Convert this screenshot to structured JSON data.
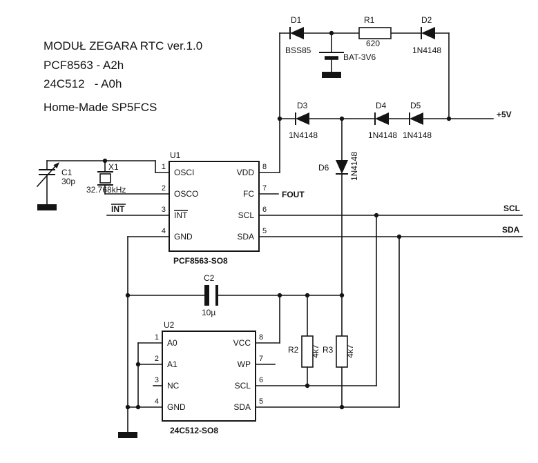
{
  "title_block": {
    "line1": "MODUŁ ZEGARA RTC ver.1.0",
    "line2": "PCF8563 - A2h",
    "line3": "24C512   - A0h",
    "line4": "Home-Made SP5FCS"
  },
  "components": {
    "d1": {
      "ref": "D1",
      "value": "BSS85"
    },
    "d2": {
      "ref": "D2",
      "value": "1N4148"
    },
    "d3": {
      "ref": "D3",
      "value": "1N4148"
    },
    "d4": {
      "ref": "D4",
      "value": "1N4148"
    },
    "d5": {
      "ref": "D5",
      "value": "1N4148"
    },
    "d6": {
      "ref": "D6",
      "value": "1N4148"
    },
    "r1": {
      "ref": "R1",
      "value": "620"
    },
    "r2": {
      "ref": "R2",
      "value": "4k7"
    },
    "r3": {
      "ref": "R3",
      "value": "4k7"
    },
    "c1": {
      "ref": "C1",
      "value": "30p"
    },
    "c2": {
      "ref": "C2",
      "value": "10µ"
    },
    "x1": {
      "ref": "X1",
      "value": "32.768kHz"
    },
    "battery": {
      "value": "BAT-3V6"
    }
  },
  "u1": {
    "ref": "U1",
    "part": "PCF8563-SO8",
    "pins_left": [
      {
        "num": "1",
        "name": "OSCI"
      },
      {
        "num": "2",
        "name": "OSCO"
      },
      {
        "num": "3",
        "name": "INT"
      },
      {
        "num": "4",
        "name": "GND"
      }
    ],
    "pins_right": [
      {
        "num": "8",
        "name": "VDD"
      },
      {
        "num": "7",
        "name": "FC"
      },
      {
        "num": "6",
        "name": "SCL"
      },
      {
        "num": "5",
        "name": "SDA"
      }
    ]
  },
  "u2": {
    "ref": "U2",
    "part": "24C512-SO8",
    "pins_left": [
      {
        "num": "1",
        "name": "A0"
      },
      {
        "num": "2",
        "name": "A1"
      },
      {
        "num": "3",
        "name": "NC"
      },
      {
        "num": "4",
        "name": "GND"
      }
    ],
    "pins_right": [
      {
        "num": "8",
        "name": "VCC"
      },
      {
        "num": "7",
        "name": "WP"
      },
      {
        "num": "6",
        "name": "SCL"
      },
      {
        "num": "5",
        "name": "SDA"
      }
    ]
  },
  "nets": {
    "plus5v": "+5V",
    "fout": "FOUT",
    "int": "INT",
    "scl": "SCL",
    "sda": "SDA"
  },
  "colors": {
    "ink": "#141414",
    "paper": "#ffffff"
  }
}
